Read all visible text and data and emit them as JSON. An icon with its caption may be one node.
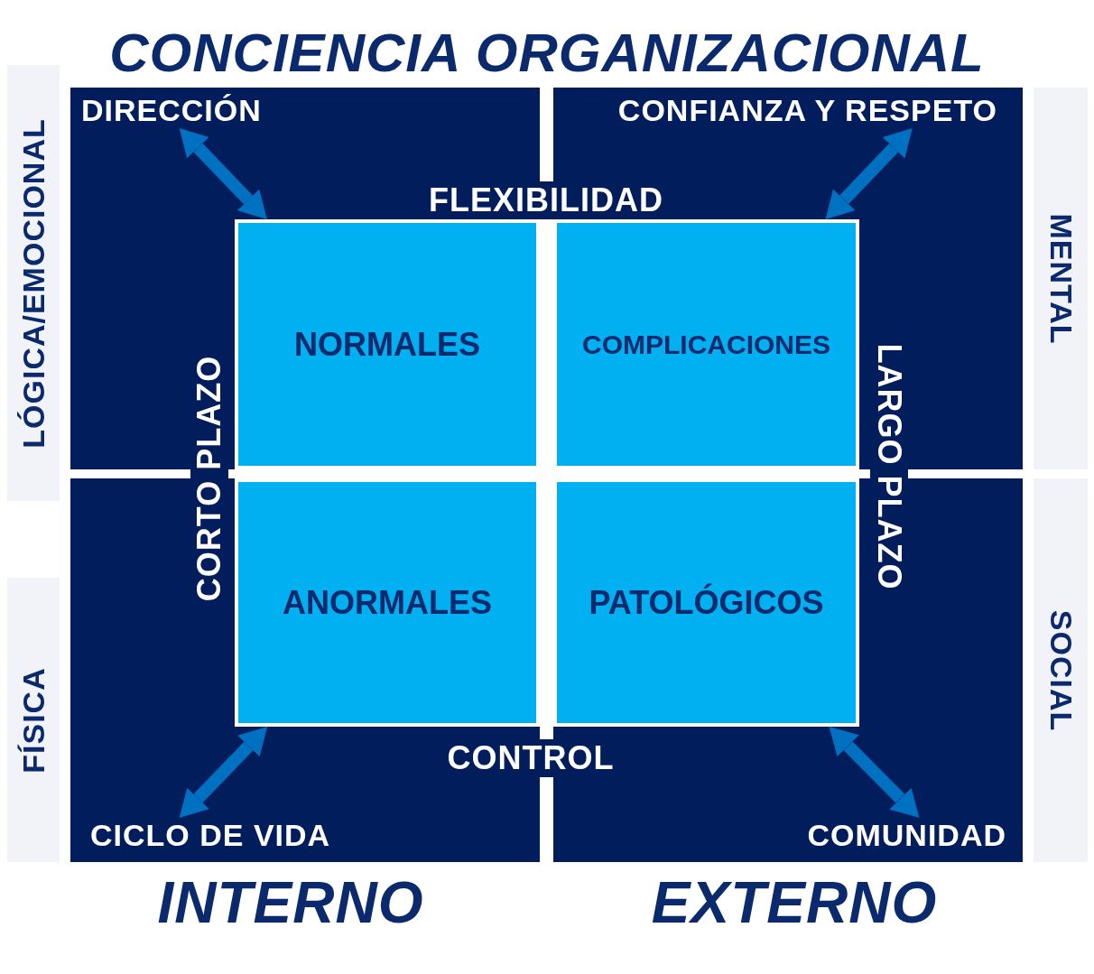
{
  "diagram": {
    "title": "CONCIENCIA ORGANIZACIONAL",
    "nodes": [
      {
        "text": [],
        "shape": "box"
      },
      {
        "text": [
          "DIRECCIÓN"
        ],
        "in": 0
      },
      {
        "text": [
          "NORMALES"
        ],
        "in": 0
      },
      {
        "text": [],
        "shape": "box"
      },
      {
        "text": [
          "CONFIANZA Y RESPETO"
        ],
        "in": 3
      },
      {
        "text": [
          "COMPLICACIONES"
        ],
        "in": 3
      },
      {
        "text": [],
        "shape": "box"
      },
      {
        "text": [
          "ANORMALES"
        ],
        "in": 6
      },
      {
        "text": [
          "CICLO DE VIDA"
        ],
        "in": 6
      },
      {
        "text": [],
        "shape": "box"
      },
      {
        "text": [
          "PATOLÓGICOS"
        ],
        "in": 9
      },
      {
        "text": [
          "COMUNIDAD"
        ],
        "in": 9
      },
      {
        "text": [
          "LÓGICA/EMOCIONAL"
        ]
      },
      {
        "text": [
          "MENTAL"
        ]
      },
      {
        "text": [
          "FÍSICA"
        ]
      },
      {
        "text": [
          "SOCIAL"
        ]
      }
    ],
    "edges": [
      {
        "from": 1,
        "to": 2,
        "arrow": "both"
      },
      {
        "from": 4,
        "to": 5,
        "arrow": "both"
      },
      {
        "from": 8,
        "to": 7,
        "arrow": "both"
      },
      {
        "from": 11,
        "to": 10,
        "arrow": "both"
      }
    ],
    "labels": [
      "FLEXIBILIDAD",
      "CORTO PLAZO",
      "LARGO PLAZO",
      "CONTROL",
      "INTERNO",
      "EXTERNO"
    ]
  }
}
